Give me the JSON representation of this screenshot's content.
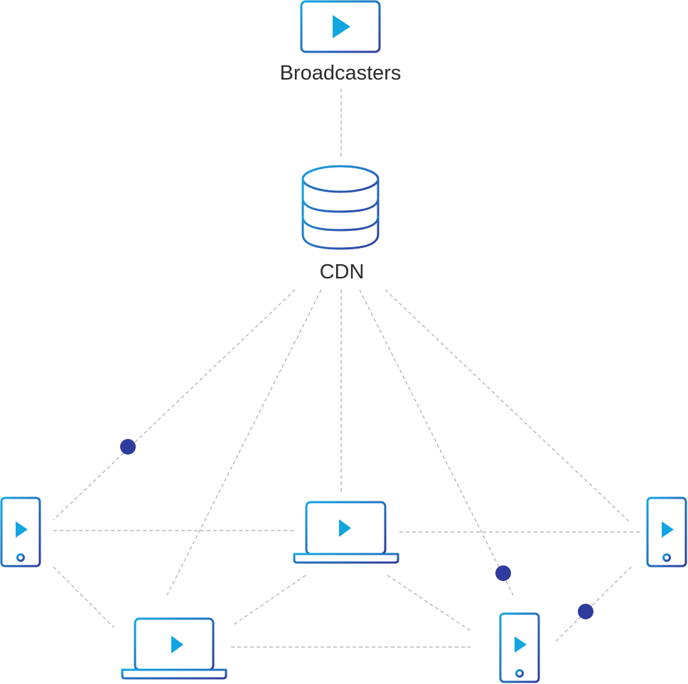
{
  "nodes": {
    "broadcasters": {
      "label": "Broadcasters",
      "icon": "video-player-icon"
    },
    "cdn": {
      "label": "CDN",
      "icon": "database-icon"
    },
    "devices": [
      {
        "id": "phone-left",
        "icon": "smartphone-play-icon"
      },
      {
        "id": "laptop-center",
        "icon": "laptop-play-icon"
      },
      {
        "id": "phone-right",
        "icon": "smartphone-play-icon"
      },
      {
        "id": "laptop-bottom-left",
        "icon": "laptop-play-icon"
      },
      {
        "id": "phone-bottom-right",
        "icon": "smartphone-play-icon"
      }
    ]
  },
  "colors": {
    "gradient_start": "#12a6e0",
    "gradient_end": "#2f3c9e",
    "play": "#12a6e0",
    "dot": "#2f3c9e",
    "connector": "#a9a9a9",
    "label": "#2b2b2b"
  }
}
